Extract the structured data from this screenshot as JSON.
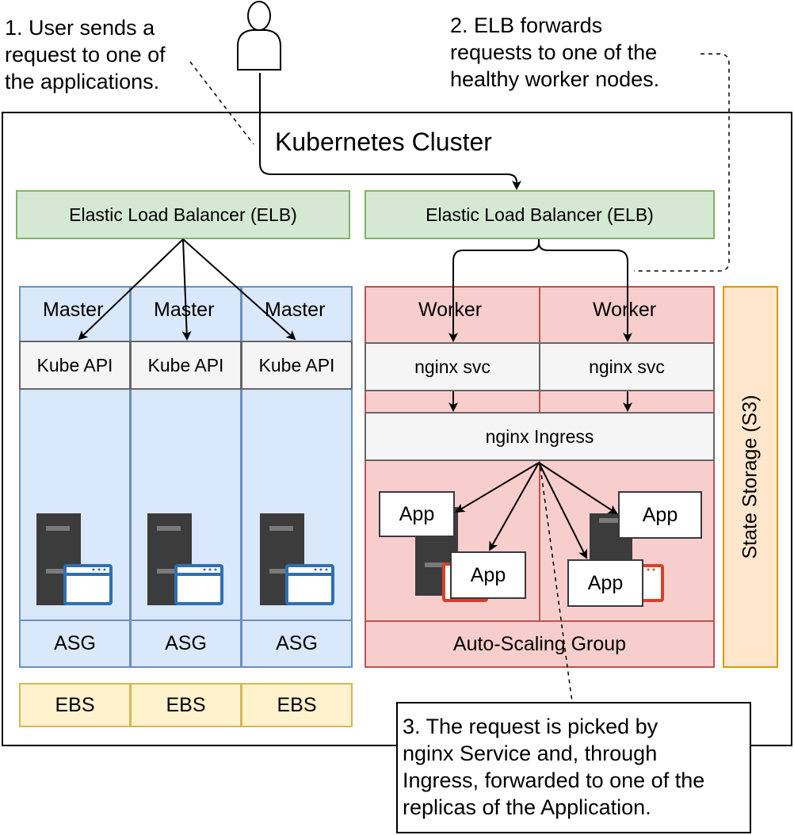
{
  "notes": {
    "user_request": "1. User sends a\nrequest to one of\nthe applications.",
    "elb_forward": "2. ELB forwards\nrequests to one of the\nhealthy worker nodes.",
    "ingress_pick": "3. The request is picked by\nnginx Service and, through\nIngress, forwarded to one of the\nreplicas of the Application."
  },
  "cluster": {
    "title": "Kubernetes Cluster"
  },
  "elb": {
    "label": "Elastic Load Balancer (ELB)"
  },
  "masters": [
    {
      "title": "Master",
      "api": "Kube API",
      "asg": "ASG",
      "ebs": "EBS"
    },
    {
      "title": "Master",
      "api": "Kube API",
      "asg": "ASG",
      "ebs": "EBS"
    },
    {
      "title": "Master",
      "api": "Kube API",
      "asg": "ASG",
      "ebs": "EBS"
    }
  ],
  "workers": [
    {
      "title": "Worker",
      "svc": "nginx svc"
    },
    {
      "title": "Worker",
      "svc": "nginx svc"
    }
  ],
  "ingress": "nginx Ingress",
  "app": "App",
  "auto_scaling_group": "Auto-Scaling Group",
  "state_storage": "State Storage (S3)",
  "icons": {
    "user": "user-icon",
    "server": "server-icon",
    "window": "window-icon"
  },
  "colors": {
    "elb_fill": "#d5e8d4",
    "elb_stroke": "#82b366",
    "master_fill": "#dae8fc",
    "master_stroke": "#6c8ebf",
    "worker_fill": "#f8cecc",
    "worker_stroke": "#b85450",
    "ebs_fill": "#fff2cc",
    "ebs_stroke": "#d6b656",
    "s3_fill": "#ffe6cc",
    "s3_stroke": "#d79b00",
    "server_icon": "#3c3c3c",
    "master_window": "#2f6fb1",
    "worker_window": "#d7412a"
  }
}
